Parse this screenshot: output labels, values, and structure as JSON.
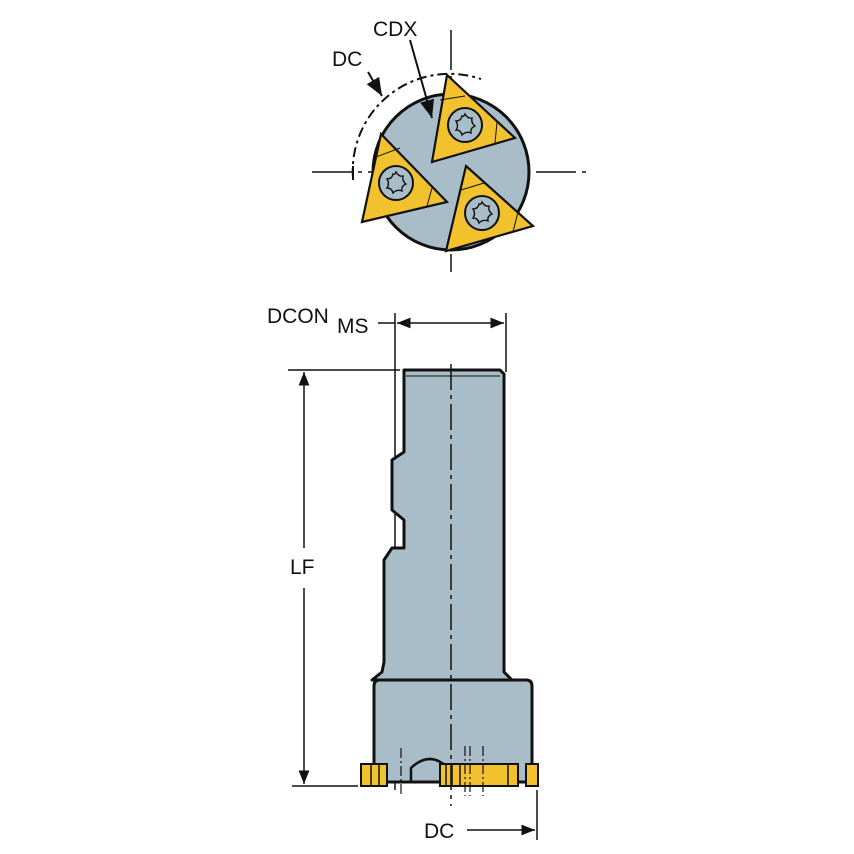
{
  "diagram": {
    "subject": "thread milling cutter",
    "colors": {
      "body": "#a9bdc8",
      "insert": "#f2c12e",
      "outline": "#111111",
      "background": "#ffffff"
    },
    "end_view": {
      "labels": {
        "dc": "DC",
        "cdx": "CDX"
      },
      "insert_count": 3
    },
    "side_view": {
      "labels": {
        "dcon": "DCON",
        "dcon_sub": "MS",
        "lf": "LF",
        "dc": "DC"
      }
    }
  }
}
